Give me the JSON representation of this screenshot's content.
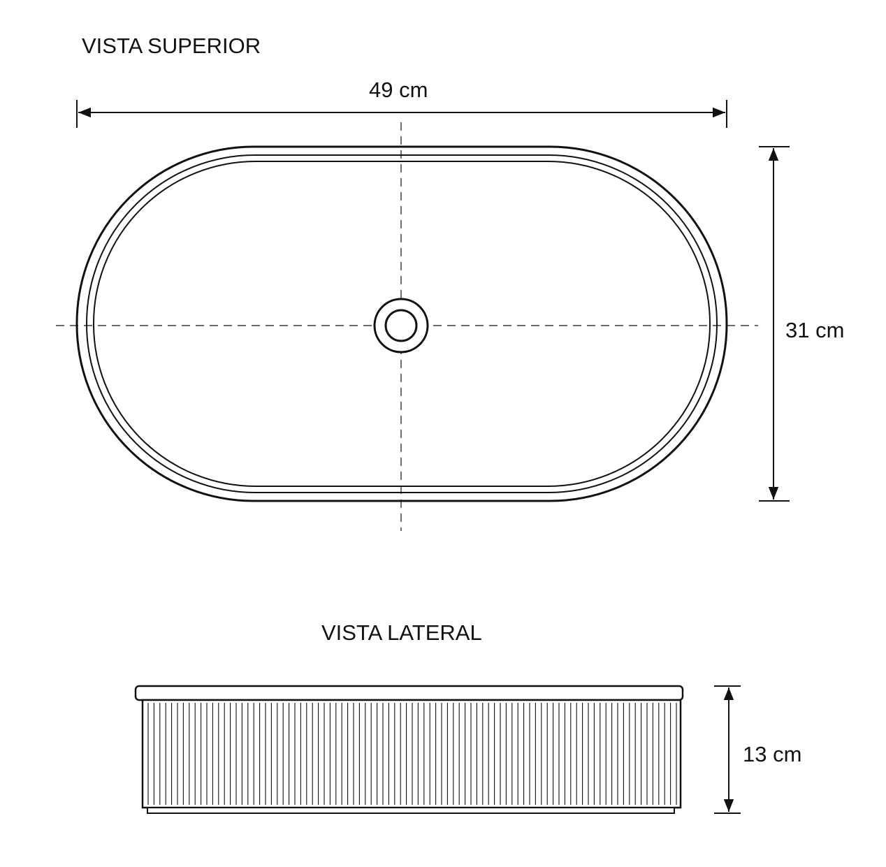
{
  "top_view": {
    "title": "VISTA SUPERIOR",
    "width_label": "49 cm",
    "depth_label": "31 cm"
  },
  "side_view": {
    "title": "VISTA LATERAL",
    "height_label": "13 cm"
  },
  "colors": {
    "line": "#111111",
    "background": "#ffffff"
  }
}
